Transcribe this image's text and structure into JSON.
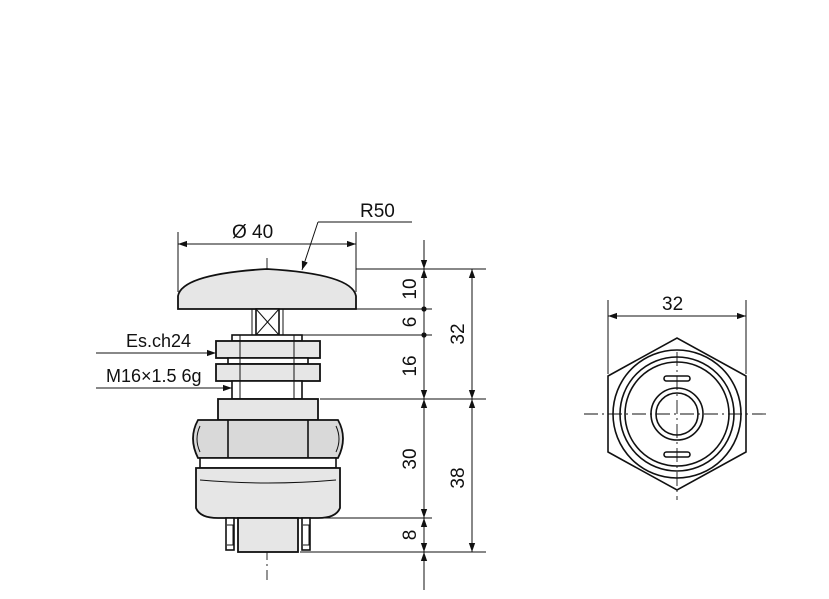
{
  "dimensions": {
    "cap_diameter": "Ø 40",
    "cap_radius": "R50",
    "cap_height": "10",
    "collar_height": "6",
    "thread_length": "16",
    "top_total": "32",
    "body_height": "30",
    "terminal_length": "8",
    "bottom_total": "38",
    "hex_width": "32"
  },
  "labels": {
    "wrench_size": "Es.ch24",
    "thread_spec": "M16×1.5 6g"
  }
}
